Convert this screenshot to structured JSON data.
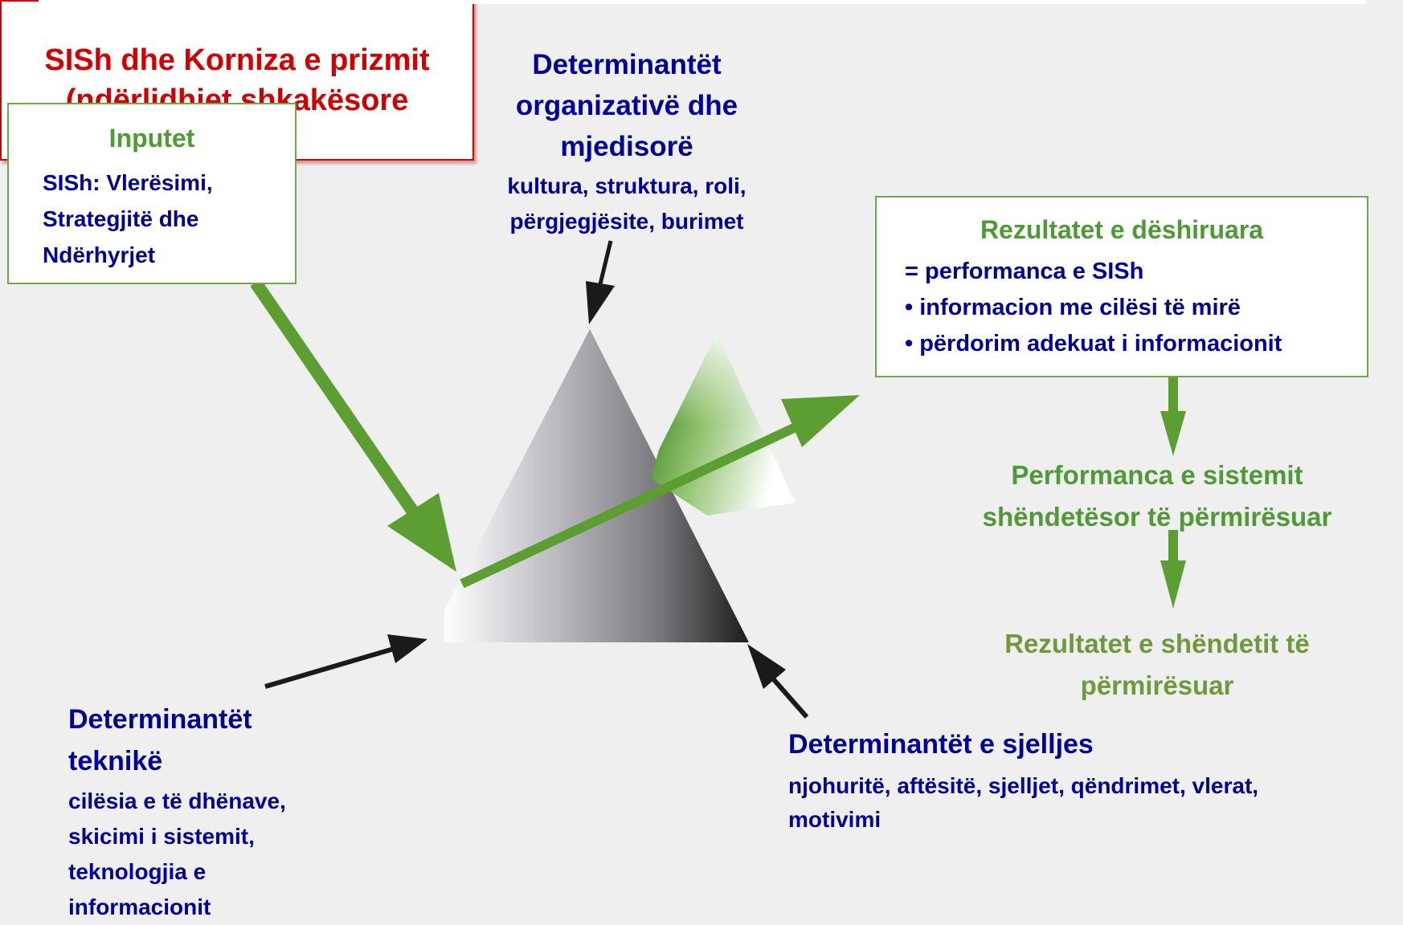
{
  "title": "SISh dhe Korniza e prizmit (ndërlidhjet shkakësore",
  "inputs": {
    "heading": "Inputet",
    "lines": [
      "SISh: Vlerësimi,",
      "Strategjitë dhe",
      "Ndërhyrjet"
    ]
  },
  "organizational": {
    "heading_lines": [
      "Determinantët",
      "organizativë dhe",
      "mjedisorë"
    ],
    "detail_lines": [
      "kultura, struktura, roli,",
      "përgjegjësite, burimet"
    ]
  },
  "desired_results": {
    "heading": "Rezultatet e dëshiruara",
    "items": [
      "= performanca e SISh",
      "• informacion me cilësi të mirë",
      "• përdorim adekuat i informacionit"
    ]
  },
  "health_system_performance": [
    "Performanca e sistemit",
    "shëndetësor të përmirësuar"
  ],
  "health_outcomes": [
    "Rezultatet e shëndetit të",
    "përmirësuar"
  ],
  "technical": {
    "heading_lines": [
      "Determinantët",
      "teknikë"
    ],
    "detail_lines": [
      "cilësia e të dhënave,",
      "skicimi i sistemit,",
      "teknologjia e",
      "informacionit"
    ]
  },
  "behavioral": {
    "heading": "Determinantët e sjelljes",
    "detail_lines": [
      "njohuritë, aftësitë, sjelljet, qëndrimet, vlerat,",
      "motivimi"
    ]
  },
  "colors": {
    "title_red": "#d10000",
    "text_blue": "#00009a",
    "text_green": "#4e9a35",
    "arrow_green": "#5c9e32",
    "arrow_black": "#1a1a1a"
  }
}
